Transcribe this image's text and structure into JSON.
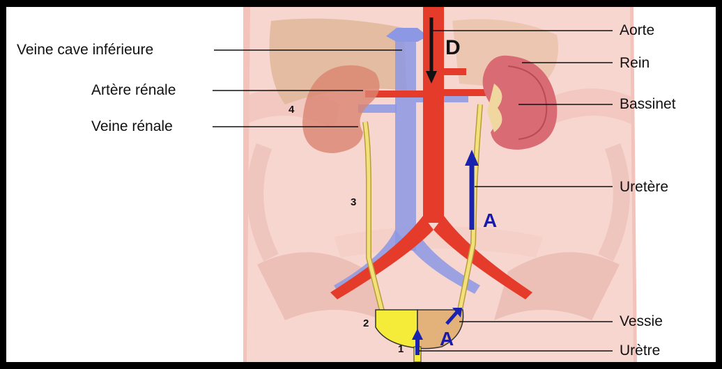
{
  "labels": {
    "veine_cave": "Veine cave inférieure",
    "artere_renale": "Artère rénale",
    "veine_renale": "Veine rénale",
    "aorte": "Aorte",
    "rein": "Rein",
    "bassinet": "Bassinet",
    "uretere": "Uretère",
    "vessie": "Vessie",
    "uretre": "Urètre"
  },
  "numbers": {
    "n1": "1",
    "n2": "2",
    "n3": "3",
    "n4": "4"
  },
  "flow_letters": {
    "down": "D",
    "up_uretere": "A",
    "up_uretre": "A"
  },
  "colors": {
    "background": "#ffffff",
    "border": "#000000",
    "body": "#f8d6d0",
    "aorta": "#e53b2a",
    "vena_cava": "#8c98e4",
    "kidney": "#d96b74",
    "ureter": "#f2e07a",
    "bladder": "#f5ec3a",
    "arrow": "#1a22b0"
  }
}
